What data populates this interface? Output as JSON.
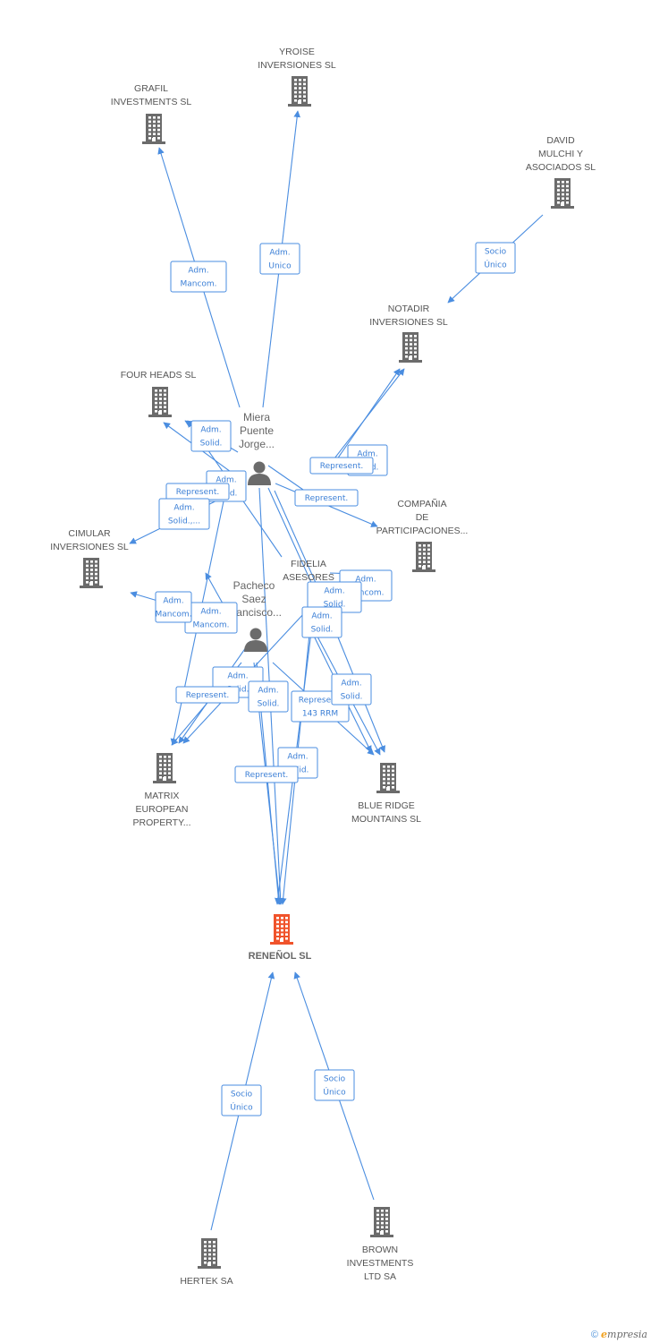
{
  "colors": {
    "edge": "#4a8de0",
    "building": "#6b6b6b",
    "main_building": "#f0532b",
    "person": "#6b6b6b"
  },
  "nodes": [
    {
      "id": "grafil",
      "type": "company",
      "label_lines": [
        "GRAFIL",
        "INVESTMENTS SL"
      ]
    },
    {
      "id": "yroise",
      "type": "company",
      "label_lines": [
        "YROISE",
        "INVERSIONES SL"
      ]
    },
    {
      "id": "david",
      "type": "company",
      "label_lines": [
        "DAVID",
        "MULCHI Y",
        "ASOCIADOS SL"
      ]
    },
    {
      "id": "notadir",
      "type": "company",
      "label_lines": [
        "NOTADIR",
        "INVERSIONES SL"
      ]
    },
    {
      "id": "fourheads",
      "type": "company",
      "label_lines": [
        "FOUR HEADS SL"
      ]
    },
    {
      "id": "miera",
      "type": "person",
      "label_lines": [
        "Miera",
        "Puente",
        "Jorge..."
      ]
    },
    {
      "id": "compania",
      "type": "company",
      "label_lines": [
        "COMPAÑIA",
        "DE",
        "PARTICIPACIONES..."
      ]
    },
    {
      "id": "cimular",
      "type": "company",
      "label_lines": [
        "CIMULAR",
        "INVERSIONES SL"
      ]
    },
    {
      "id": "fidelia",
      "type": "company",
      "label_lines": [
        "FIDELIA",
        "ASESORES"
      ]
    },
    {
      "id": "pacheco",
      "type": "person",
      "label_lines": [
        "Pacheco",
        "Saez",
        "Francisco..."
      ]
    },
    {
      "id": "matrix",
      "type": "company",
      "label_lines": [
        "MATRIX",
        "EUROPEAN",
        "PROPERTY..."
      ]
    },
    {
      "id": "blueridge",
      "type": "company",
      "label_lines": [
        "BLUE RIDGE",
        "MOUNTAINS SL"
      ]
    },
    {
      "id": "renenol",
      "type": "main",
      "label_lines": [
        "RENEÑOL SL"
      ]
    },
    {
      "id": "hertek",
      "type": "company",
      "label_lines": [
        "HERTEK SA"
      ]
    },
    {
      "id": "brown",
      "type": "company",
      "label_lines": [
        "BROWN",
        "INVESTMENTS",
        "LTD SA"
      ]
    }
  ],
  "edges": [
    {
      "label_lines": [
        "Adm.",
        "Mancom."
      ]
    },
    {
      "label_lines": [
        "Adm.",
        "Unico"
      ]
    },
    {
      "label_lines": [
        "Socio",
        "Único"
      ]
    },
    {
      "label_lines": [
        "Adm.",
        "Solid."
      ]
    },
    {
      "label_lines": [
        "Adm.",
        "Solid."
      ]
    },
    {
      "label_lines": [
        "Represent."
      ]
    },
    {
      "label_lines": [
        "Adm.",
        "Solid."
      ]
    },
    {
      "label_lines": [
        "Represent."
      ]
    },
    {
      "label_lines": [
        "Represent."
      ]
    },
    {
      "label_lines": [
        "Adm.",
        "Solid.,..."
      ]
    },
    {
      "label_lines": [
        "Adm.",
        "Mancom."
      ]
    },
    {
      "label_lines": [
        "Adm.",
        "Solid."
      ]
    },
    {
      "label_lines": [
        "Adm.",
        "Mancom."
      ]
    },
    {
      "label_lines": [
        "Adm.",
        "Mancom."
      ]
    },
    {
      "label_lines": [
        "Adm.",
        "Solid."
      ]
    },
    {
      "label_lines": [
        "Adm.",
        "Solid."
      ]
    },
    {
      "label_lines": [
        "Represent."
      ]
    },
    {
      "label_lines": [
        "Adm.",
        "Solid."
      ]
    },
    {
      "label_lines": [
        "Represent.",
        "143 RRM"
      ]
    },
    {
      "label_lines": [
        "Adm.",
        "Solid."
      ]
    },
    {
      "label_lines": [
        "Adm.",
        "Solid."
      ]
    },
    {
      "label_lines": [
        "Represent."
      ]
    },
    {
      "label_lines": [
        "Socio",
        "Único"
      ]
    },
    {
      "label_lines": [
        "Socio",
        "Único"
      ]
    }
  ],
  "footer": {
    "copyright": "©",
    "brand_initial": "e",
    "brand_rest": "mpresia"
  }
}
